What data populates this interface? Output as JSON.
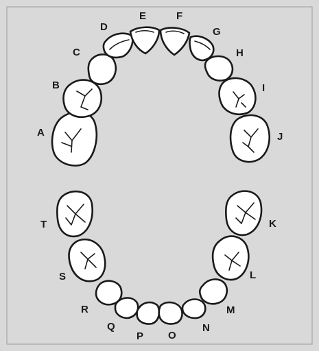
{
  "colors": {
    "background": "#d9d9d9",
    "outline": "#1a1a1a",
    "tooth": "#ffffff"
  },
  "upper_arch": {
    "teeth": [
      {
        "label": "A"
      },
      {
        "label": "B"
      },
      {
        "label": "C"
      },
      {
        "label": "D"
      },
      {
        "label": "E"
      },
      {
        "label": "F"
      },
      {
        "label": "G"
      },
      {
        "label": "H"
      },
      {
        "label": "I"
      },
      {
        "label": "J"
      }
    ]
  },
  "lower_arch": {
    "teeth": [
      {
        "label": "K"
      },
      {
        "label": "L"
      },
      {
        "label": "M"
      },
      {
        "label": "N"
      },
      {
        "label": "O"
      },
      {
        "label": "P"
      },
      {
        "label": "Q"
      },
      {
        "label": "R"
      },
      {
        "label": "S"
      },
      {
        "label": "T"
      }
    ]
  }
}
